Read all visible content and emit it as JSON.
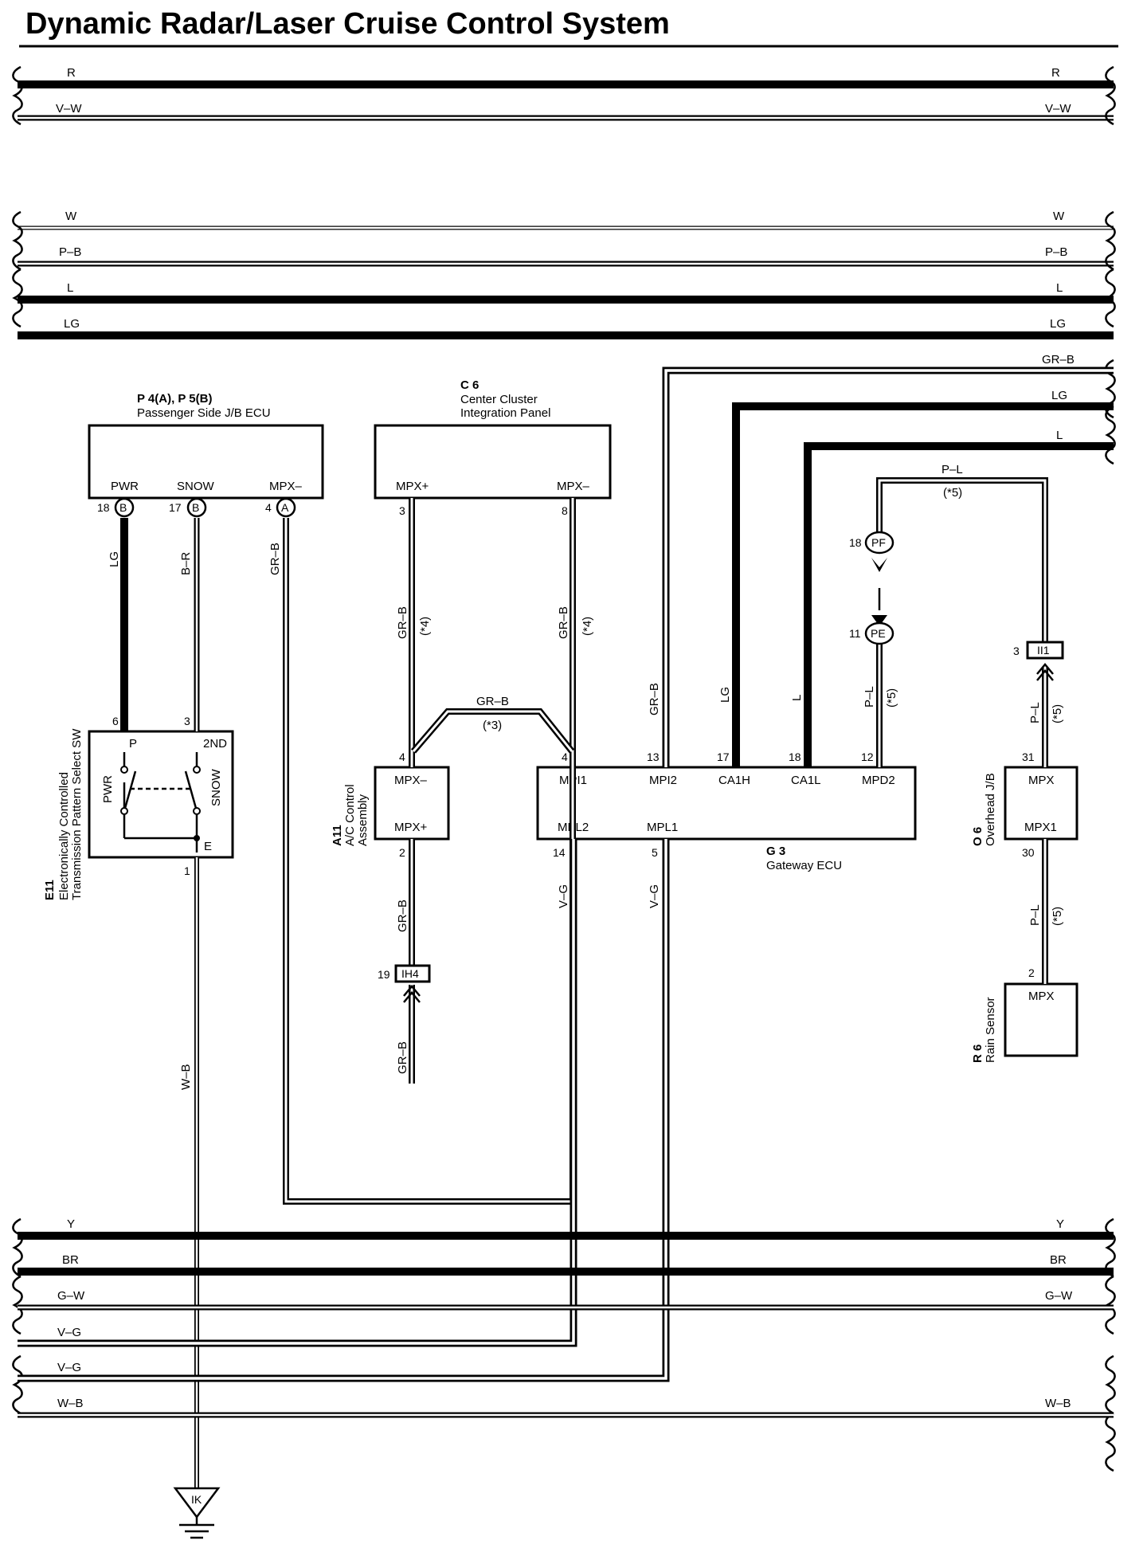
{
  "title": "Dynamic Radar/Laser Cruise Control System",
  "wires": {
    "R": "R",
    "VW": "V–W",
    "W": "W",
    "PB": "P–B",
    "L": "L",
    "LG": "LG",
    "GRB": "GR–B",
    "PL": "P–L",
    "BR": "B–R",
    "WB": "W–B",
    "Y": "Y",
    "BRN": "BR",
    "GW": "G–W",
    "VG": "V–G"
  },
  "notes": {
    "n3": "(*3)",
    "n4": "(*4)",
    "n5": "(*5)"
  },
  "components": {
    "p4": {
      "code": "P 4(A), P 5(B)",
      "name": "Passenger Side J/B ECU",
      "terms": {
        "pwr": "PWR",
        "snow": "SNOW",
        "mpxm": "MPX–"
      },
      "pins": {
        "pwr": "18",
        "snow": "17",
        "mpxm": "4"
      },
      "conn": {
        "b": "B",
        "a": "A"
      }
    },
    "c6": {
      "code": "C 6",
      "name1": "Center Cluster",
      "name2": "Integration Panel",
      "terms": {
        "mpxp": "MPX+",
        "mpxm": "MPX–"
      },
      "pins": {
        "mpxp": "3",
        "mpxm": "8"
      }
    },
    "e11": {
      "code": "E11",
      "name1": "Electronically Controlled",
      "name2": "Transmission Pattern Select SW",
      "terms": {
        "p": "P",
        "nd2": "2ND",
        "pwr": "PWR",
        "snow": "SNOW",
        "e": "E"
      },
      "pins": {
        "p6": "6",
        "p3": "3",
        "p1": "1"
      }
    },
    "a11": {
      "code": "A11",
      "name1": "A/C Control",
      "name2": "Assembly",
      "terms": {
        "mpxm": "MPX–",
        "mpxp": "MPX+"
      },
      "pins": {
        "mpxm": "4",
        "mpxp": "2"
      }
    },
    "g3": {
      "code": "G 3",
      "name": "Gateway ECU",
      "terms": {
        "mpi1": "MPI1",
        "mpi2": "MPI2",
        "ca1h": "CA1H",
        "ca1l": "CA1L",
        "mpd2": "MPD2",
        "mpl2": "MPL2",
        "mpl1": "MPL1"
      },
      "pins": {
        "mpi1": "4",
        "mpi2": "13",
        "ca1h": "17",
        "ca1l": "18",
        "mpd2": "12",
        "mpl2": "14",
        "mpl1": "5"
      }
    },
    "o6": {
      "code": "O 6",
      "name": "Overhead J/B",
      "terms": {
        "mpx": "MPX",
        "mpx1": "MPX1"
      },
      "pins": {
        "mpx": "31",
        "mpx1": "30"
      }
    },
    "r6": {
      "code": "R 6",
      "name": "Rain Sensor",
      "terms": {
        "mpx": "MPX"
      },
      "pins": {
        "mpx": "2"
      }
    }
  },
  "connectors": {
    "pf": {
      "label": "PF",
      "pin": "18"
    },
    "pe": {
      "label": "PE",
      "pin": "11"
    },
    "ih4": {
      "label": "IH4",
      "pin": "19"
    },
    "ii1": {
      "label": "II1",
      "pin": "3"
    }
  },
  "ground": {
    "label": "IK"
  }
}
